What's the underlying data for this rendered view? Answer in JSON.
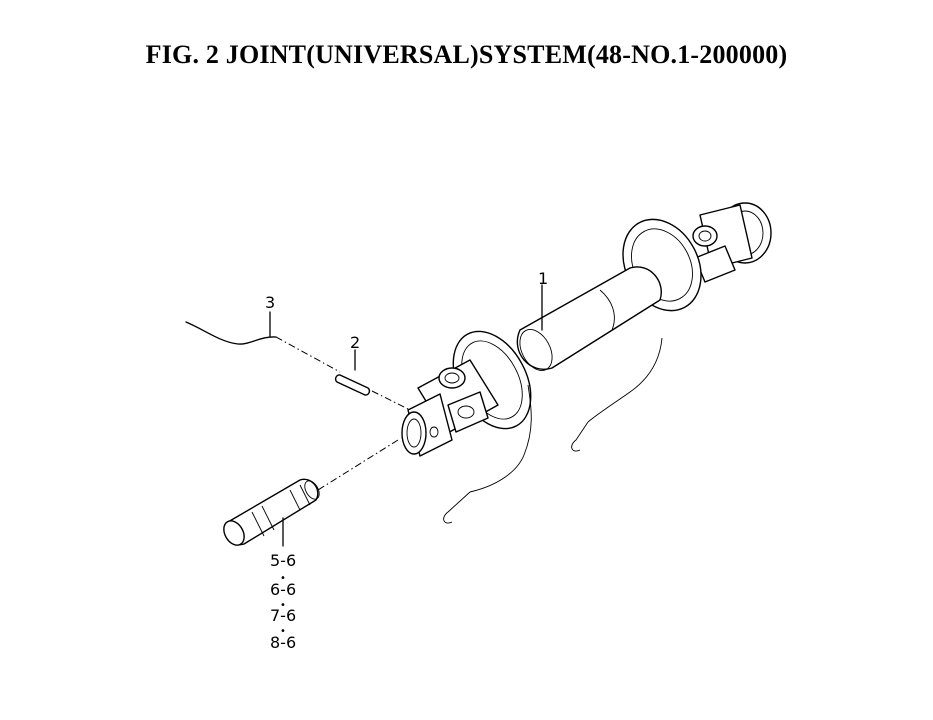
{
  "title": "FIG. 2  JOINT(UNIVERSAL)SYSTEM(48-NO.1-200000)",
  "callouts": {
    "p1": "1",
    "p2": "2",
    "p3": "3",
    "p5": "5-6",
    "p6": "6-6",
    "p7": "7-6",
    "p8": "8-6"
  },
  "separator": "•"
}
